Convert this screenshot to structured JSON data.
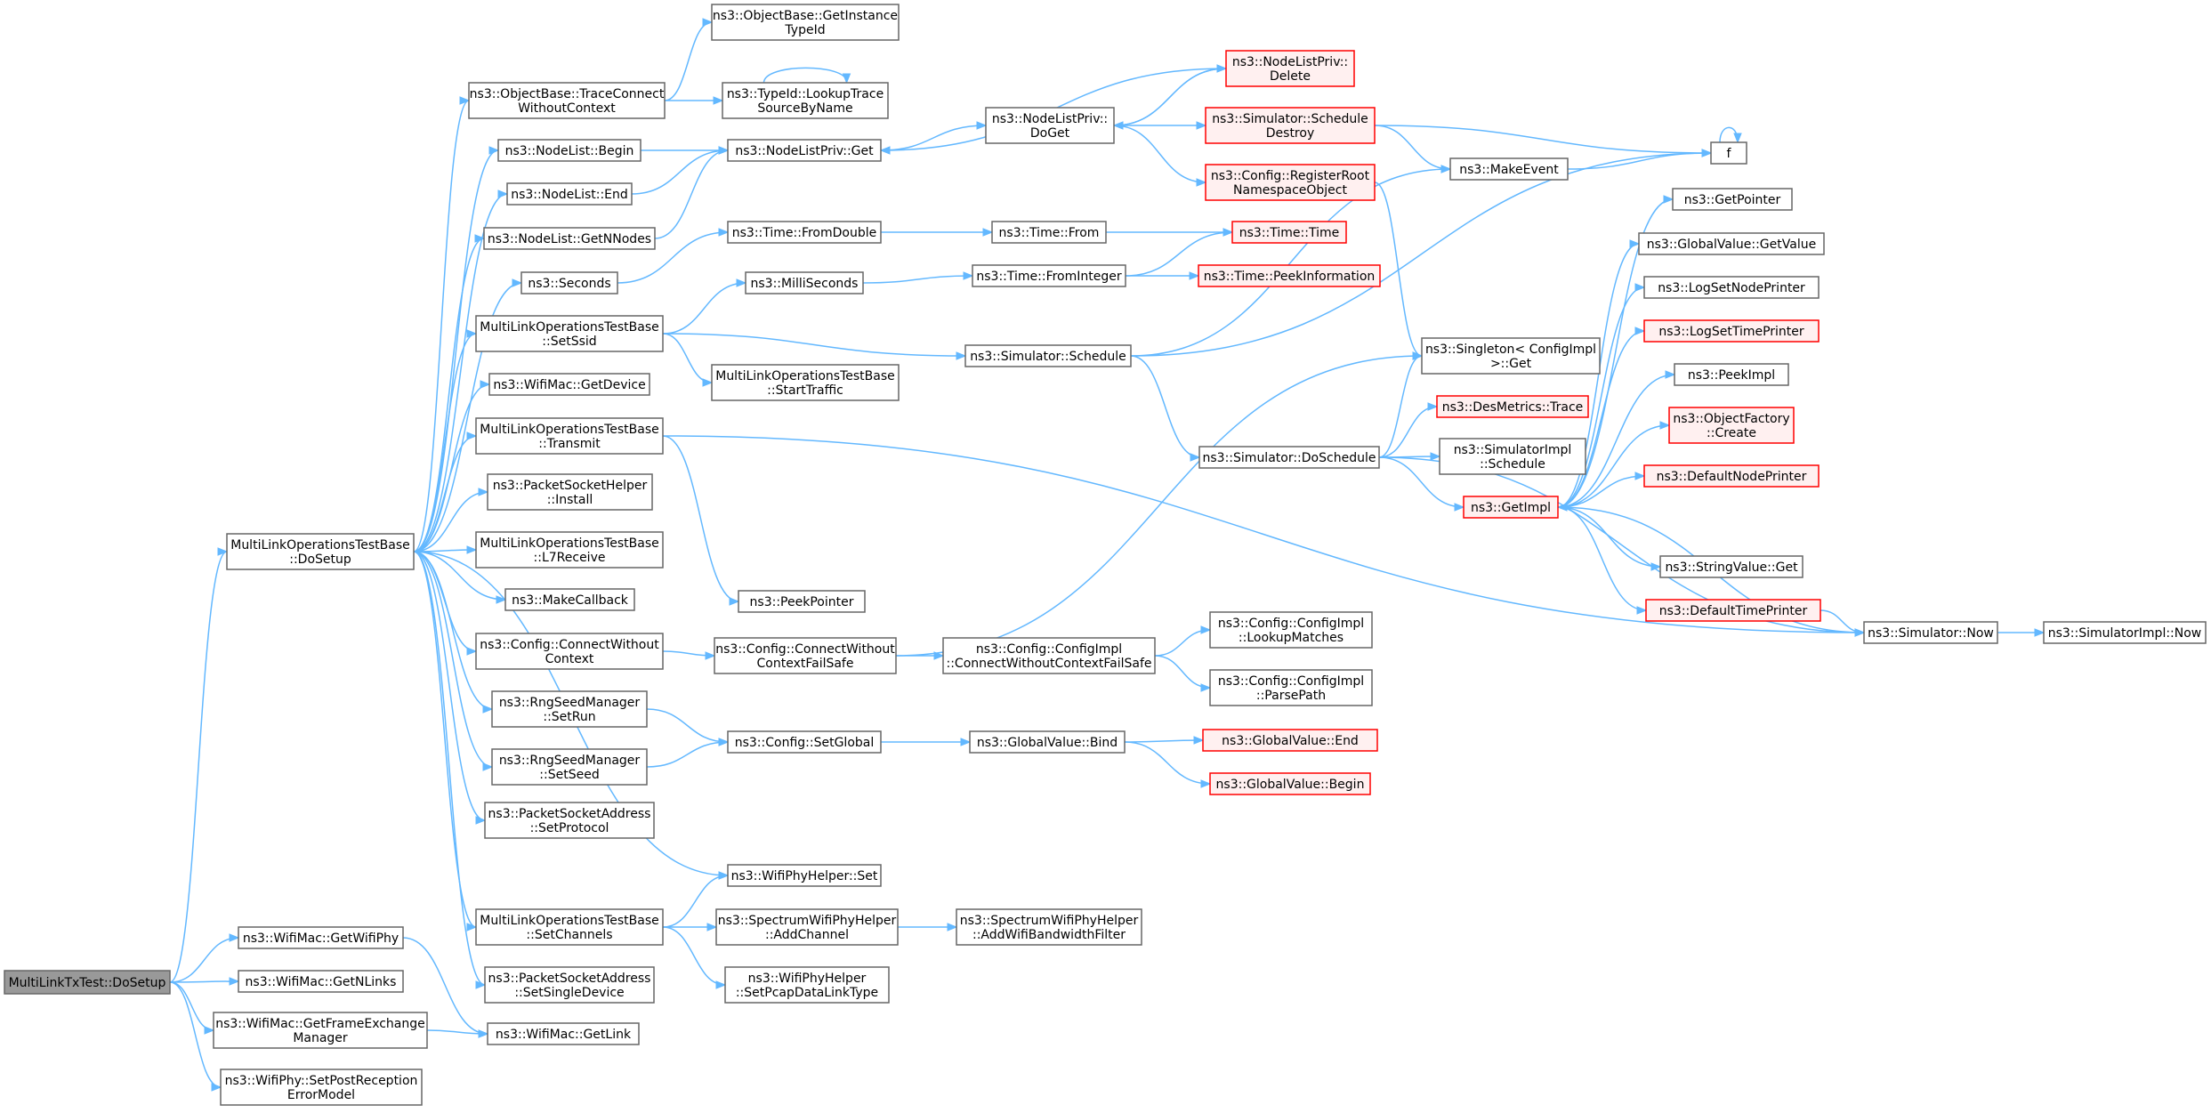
{
  "colors": {
    "edge": "#63b8ff",
    "node_border": "#666666",
    "root_fill": "#999999",
    "truncated_border": "#ff0000",
    "truncated_fill": "#fff0f0"
  },
  "nodes": [
    {
      "id": "root",
      "lines": [
        "MultiLinkTxTest::DoSetup"
      ],
      "style": "root"
    },
    {
      "id": "mlotb_dosetup",
      "lines": [
        "MultiLinkOperationsTestBase",
        "::DoSetup"
      ]
    },
    {
      "id": "wm_getwifiphy",
      "lines": [
        "ns3::WifiMac::GetWifiPhy"
      ]
    },
    {
      "id": "wm_getnlinks",
      "lines": [
        "ns3::WifiMac::GetNLinks"
      ]
    },
    {
      "id": "wm_getfem",
      "lines": [
        "ns3::WifiMac::GetFrameExchange",
        "Manager"
      ]
    },
    {
      "id": "wp_setpost",
      "lines": [
        "ns3::WifiPhy::SetPostReception",
        "ErrorModel"
      ]
    },
    {
      "id": "wm_getlink",
      "lines": [
        "ns3::WifiMac::GetLink"
      ]
    },
    {
      "id": "ob_traceconnect",
      "lines": [
        "ns3::ObjectBase::TraceConnect",
        "WithoutContext"
      ]
    },
    {
      "id": "nl_begin",
      "lines": [
        "ns3::NodeList::Begin"
      ]
    },
    {
      "id": "nl_end",
      "lines": [
        "ns3::NodeList::End"
      ]
    },
    {
      "id": "nl_getnnodes",
      "lines": [
        "ns3::NodeList::GetNNodes"
      ]
    },
    {
      "id": "seconds",
      "lines": [
        "ns3::Seconds"
      ]
    },
    {
      "id": "mlotb_setssid",
      "lines": [
        "MultiLinkOperationsTestBase",
        "::SetSsid"
      ]
    },
    {
      "id": "wm_getdevice",
      "lines": [
        "ns3::WifiMac::GetDevice"
      ]
    },
    {
      "id": "mlotb_transmit",
      "lines": [
        "MultiLinkOperationsTestBase",
        "::Transmit"
      ]
    },
    {
      "id": "psh_install",
      "lines": [
        "ns3::PacketSocketHelper",
        "::Install"
      ]
    },
    {
      "id": "mlotb_l7receive",
      "lines": [
        "MultiLinkOperationsTestBase",
        "::L7Receive"
      ]
    },
    {
      "id": "makecallback",
      "lines": [
        "ns3::MakeCallback"
      ]
    },
    {
      "id": "cfg_connectwc",
      "lines": [
        "ns3::Config::ConnectWithout",
        "Context"
      ]
    },
    {
      "id": "rsm_setrun",
      "lines": [
        "ns3::RngSeedManager",
        "::SetRun"
      ]
    },
    {
      "id": "rsm_setseed",
      "lines": [
        "ns3::RngSeedManager",
        "::SetSeed"
      ]
    },
    {
      "id": "psa_setprotocol",
      "lines": [
        "ns3::PacketSocketAddress",
        "::SetProtocol"
      ]
    },
    {
      "id": "mlotb_setchannels",
      "lines": [
        "MultiLinkOperationsTestBase",
        "::SetChannels"
      ]
    },
    {
      "id": "psa_setsingle",
      "lines": [
        "ns3::PacketSocketAddress",
        "::SetSingleDevice"
      ]
    },
    {
      "id": "ob_getinstance",
      "lines": [
        "ns3::ObjectBase::GetInstance",
        "TypeId"
      ]
    },
    {
      "id": "typeid_lookup",
      "lines": [
        "ns3::TypeId::LookupTrace",
        "SourceByName"
      ]
    },
    {
      "id": "nlp_get",
      "lines": [
        "ns3::NodeListPriv::Get"
      ]
    },
    {
      "id": "time_fromdouble",
      "lines": [
        "ns3::Time::FromDouble"
      ]
    },
    {
      "id": "milliseconds",
      "lines": [
        "ns3::MilliSeconds"
      ]
    },
    {
      "id": "mlotb_starttraffic",
      "lines": [
        "MultiLinkOperationsTestBase",
        "::StartTraffic"
      ]
    },
    {
      "id": "peekpointer",
      "lines": [
        "ns3::PeekPointer"
      ]
    },
    {
      "id": "cfg_connectwcfs",
      "lines": [
        "ns3::Config::ConnectWithout",
        "ContextFailSafe"
      ]
    },
    {
      "id": "cfg_setglobal",
      "lines": [
        "ns3::Config::SetGlobal"
      ]
    },
    {
      "id": "wph_set",
      "lines": [
        "ns3::WifiPhyHelper::Set"
      ]
    },
    {
      "id": "swph_addchannel",
      "lines": [
        "ns3::SpectrumWifiPhyHelper",
        "::AddChannel"
      ]
    },
    {
      "id": "wph_setpcap",
      "lines": [
        "ns3::WifiPhyHelper",
        "::SetPcapDataLinkType"
      ]
    },
    {
      "id": "nlp_doget",
      "lines": [
        "ns3::NodeListPriv::",
        "DoGet"
      ]
    },
    {
      "id": "time_from",
      "lines": [
        "ns3::Time::From"
      ]
    },
    {
      "id": "time_frominteger",
      "lines": [
        "ns3::Time::FromInteger"
      ]
    },
    {
      "id": "sim_schedule",
      "lines": [
        "ns3::Simulator::Schedule"
      ]
    },
    {
      "id": "cfgimpl_cwcfs",
      "lines": [
        "ns3::Config::ConfigImpl",
        "::ConnectWithoutContextFailSafe"
      ]
    },
    {
      "id": "gv_bind",
      "lines": [
        "ns3::GlobalValue::Bind"
      ]
    },
    {
      "id": "swph_addbw",
      "lines": [
        "ns3::SpectrumWifiPhyHelper",
        "::AddWifiBandwidthFilter"
      ]
    },
    {
      "id": "nlp_delete",
      "lines": [
        "ns3::NodeListPriv::",
        "Delete"
      ],
      "style": "trunc"
    },
    {
      "id": "sim_scheddestroy",
      "lines": [
        "ns3::Simulator::Schedule",
        "Destroy"
      ],
      "style": "trunc"
    },
    {
      "id": "cfg_registerroot",
      "lines": [
        "ns3::Config::RegisterRoot",
        "NamespaceObject"
      ],
      "style": "trunc"
    },
    {
      "id": "time_time",
      "lines": [
        "ns3::Time::Time"
      ],
      "style": "trunc"
    },
    {
      "id": "time_peekinfo",
      "lines": [
        "ns3::Time::PeekInformation"
      ],
      "style": "trunc"
    },
    {
      "id": "sim_doschedule",
      "lines": [
        "ns3::Simulator::DoSchedule"
      ]
    },
    {
      "id": "cfgimpl_lookup",
      "lines": [
        "ns3::Config::ConfigImpl",
        "::LookupMatches"
      ]
    },
    {
      "id": "cfgimpl_parse",
      "lines": [
        "ns3::Config::ConfigImpl",
        "::ParsePath"
      ]
    },
    {
      "id": "gv_end",
      "lines": [
        "ns3::GlobalValue::End"
      ],
      "style": "trunc"
    },
    {
      "id": "gv_begin",
      "lines": [
        "ns3::GlobalValue::Begin"
      ],
      "style": "trunc"
    },
    {
      "id": "makeevent",
      "lines": [
        "ns3::MakeEvent"
      ]
    },
    {
      "id": "singleton_get",
      "lines": [
        "ns3::Singleton< ConfigImpl",
        " >::Get"
      ]
    },
    {
      "id": "desmetrics",
      "lines": [
        "ns3::DesMetrics::Trace"
      ],
      "style": "trunc"
    },
    {
      "id": "simimpl_schedule",
      "lines": [
        "ns3::SimulatorImpl",
        "::Schedule"
      ]
    },
    {
      "id": "getimpl",
      "lines": [
        "ns3::GetImpl"
      ],
      "style": "trunc"
    },
    {
      "id": "f",
      "lines": [
        "f"
      ]
    },
    {
      "id": "getpointer",
      "lines": [
        "ns3::GetPointer"
      ]
    },
    {
      "id": "gv_getvalue",
      "lines": [
        "ns3::GlobalValue::GetValue"
      ]
    },
    {
      "id": "logsetnode",
      "lines": [
        "ns3::LogSetNodePrinter"
      ]
    },
    {
      "id": "logsettime",
      "lines": [
        "ns3::LogSetTimePrinter"
      ],
      "style": "trunc"
    },
    {
      "id": "peekimpl",
      "lines": [
        "ns3::PeekImpl"
      ]
    },
    {
      "id": "objfactory_create",
      "lines": [
        "ns3::ObjectFactory",
        "::Create"
      ],
      "style": "trunc"
    },
    {
      "id": "defaultnode",
      "lines": [
        "ns3::DefaultNodePrinter"
      ],
      "style": "trunc"
    },
    {
      "id": "stringvalue_get",
      "lines": [
        "ns3::StringValue::Get"
      ]
    },
    {
      "id": "defaulttime",
      "lines": [
        "ns3::DefaultTimePrinter"
      ],
      "style": "trunc"
    },
    {
      "id": "sim_now",
      "lines": [
        "ns3::Simulator::Now"
      ]
    },
    {
      "id": "simimpl_now",
      "lines": [
        "ns3::SimulatorImpl::Now"
      ]
    }
  ],
  "edges": [
    [
      "root",
      "mlotb_dosetup"
    ],
    [
      "root",
      "wm_getwifiphy"
    ],
    [
      "root",
      "wm_getnlinks"
    ],
    [
      "root",
      "wm_getfem"
    ],
    [
      "root",
      "wp_setpost"
    ],
    [
      "wm_getwifiphy",
      "wm_getlink"
    ],
    [
      "wm_getfem",
      "wm_getlink"
    ],
    [
      "mlotb_dosetup",
      "ob_traceconnect"
    ],
    [
      "mlotb_dosetup",
      "nl_begin"
    ],
    [
      "mlotb_dosetup",
      "nl_end"
    ],
    [
      "mlotb_dosetup",
      "nl_getnnodes"
    ],
    [
      "mlotb_dosetup",
      "seconds"
    ],
    [
      "mlotb_dosetup",
      "mlotb_setssid"
    ],
    [
      "mlotb_dosetup",
      "wm_getdevice"
    ],
    [
      "mlotb_dosetup",
      "mlotb_transmit"
    ],
    [
      "mlotb_dosetup",
      "psh_install"
    ],
    [
      "mlotb_dosetup",
      "mlotb_l7receive"
    ],
    [
      "mlotb_dosetup",
      "makecallback"
    ],
    [
      "mlotb_dosetup",
      "cfg_connectwc"
    ],
    [
      "mlotb_dosetup",
      "rsm_setrun"
    ],
    [
      "mlotb_dosetup",
      "rsm_setseed"
    ],
    [
      "mlotb_dosetup",
      "psa_setprotocol"
    ],
    [
      "mlotb_dosetup",
      "wph_set"
    ],
    [
      "mlotb_dosetup",
      "mlotb_setchannels"
    ],
    [
      "mlotb_dosetup",
      "psa_setsingle"
    ],
    [
      "ob_traceconnect",
      "ob_getinstance"
    ],
    [
      "ob_traceconnect",
      "typeid_lookup"
    ],
    [
      "typeid_lookup",
      "typeid_lookup"
    ],
    [
      "nl_begin",
      "nlp_get"
    ],
    [
      "nl_end",
      "nlp_get"
    ],
    [
      "nl_getnnodes",
      "nlp_get"
    ],
    [
      "seconds",
      "time_fromdouble"
    ],
    [
      "mlotb_setssid",
      "milliseconds"
    ],
    [
      "mlotb_setssid",
      "mlotb_starttraffic"
    ],
    [
      "mlotb_setssid",
      "sim_schedule"
    ],
    [
      "mlotb_transmit",
      "peekpointer"
    ],
    [
      "mlotb_transmit",
      "sim_now"
    ],
    [
      "cfg_connectwc",
      "cfg_connectwcfs"
    ],
    [
      "rsm_setrun",
      "cfg_setglobal"
    ],
    [
      "rsm_setseed",
      "cfg_setglobal"
    ],
    [
      "mlotb_setchannels",
      "wph_set"
    ],
    [
      "mlotb_setchannels",
      "swph_addchannel"
    ],
    [
      "mlotb_setchannels",
      "wph_setpcap"
    ],
    [
      "nlp_get",
      "nlp_doget"
    ],
    [
      "time_fromdouble",
      "time_from"
    ],
    [
      "milliseconds",
      "time_frominteger"
    ],
    [
      "cfg_connectwcfs",
      "cfgimpl_cwcfs"
    ],
    [
      "cfg_connectwcfs",
      "singleton_get"
    ],
    [
      "cfg_setglobal",
      "gv_bind"
    ],
    [
      "swph_addchannel",
      "swph_addbw"
    ],
    [
      "nlp_doget",
      "nlp_delete"
    ],
    [
      "nlp_doget",
      "sim_scheddestroy"
    ],
    [
      "nlp_doget",
      "cfg_registerroot"
    ],
    [
      "nlp_delete",
      "nlp_doget"
    ],
    [
      "nlp_delete",
      "nlp_get"
    ],
    [
      "time_from",
      "time_time"
    ],
    [
      "time_frominteger",
      "time_time"
    ],
    [
      "time_frominteger",
      "time_peekinfo"
    ],
    [
      "sim_schedule",
      "makeevent"
    ],
    [
      "sim_schedule",
      "f"
    ],
    [
      "sim_schedule",
      "sim_doschedule"
    ],
    [
      "cfgimpl_cwcfs",
      "cfgimpl_lookup"
    ],
    [
      "cfgimpl_cwcfs",
      "cfgimpl_parse"
    ],
    [
      "gv_bind",
      "gv_end"
    ],
    [
      "gv_bind",
      "gv_begin"
    ],
    [
      "sim_scheddestroy",
      "makeevent"
    ],
    [
      "sim_scheddestroy",
      "f"
    ],
    [
      "cfg_registerroot",
      "singleton_get"
    ],
    [
      "sim_doschedule",
      "singleton_get"
    ],
    [
      "sim_doschedule",
      "desmetrics"
    ],
    [
      "sim_doschedule",
      "simimpl_schedule"
    ],
    [
      "sim_doschedule",
      "getimpl"
    ],
    [
      "sim_doschedule",
      "sim_now"
    ],
    [
      "makeevent",
      "f"
    ],
    [
      "f",
      "f"
    ],
    [
      "getimpl",
      "getpointer"
    ],
    [
      "getimpl",
      "gv_getvalue"
    ],
    [
      "getimpl",
      "logsetnode"
    ],
    [
      "getimpl",
      "logsettime"
    ],
    [
      "getimpl",
      "peekimpl"
    ],
    [
      "getimpl",
      "objfactory_create"
    ],
    [
      "getimpl",
      "defaultnode"
    ],
    [
      "getimpl",
      "stringvalue_get"
    ],
    [
      "getimpl",
      "defaulttime"
    ],
    [
      "defaulttime",
      "sim_now"
    ],
    [
      "sim_now",
      "getimpl"
    ],
    [
      "sim_now",
      "simimpl_now"
    ]
  ]
}
